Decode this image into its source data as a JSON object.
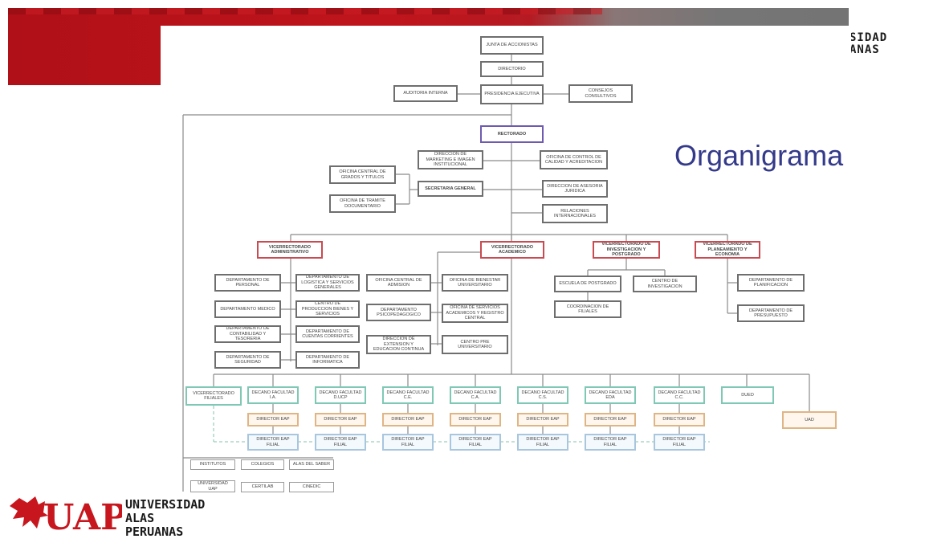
{
  "header": {
    "university_line1": "SIDAD",
    "university_line2": "ANAS"
  },
  "title": "Organigrama",
  "logo": {
    "acronym": "UAP",
    "line1": "UNIVERSIDAD",
    "line2": "ALAS PERUANAS"
  },
  "org": {
    "junta": "JUNTA DE ACCIONISTAS",
    "directorio": "DIRECTORIO",
    "auditoria": "AUDITORIA INTERNA",
    "presidencia": "PRESIDENCIA EJECUTIVA",
    "consejos": "CONSEJOS CONSULTIVOS",
    "rectorado": "RECTORADO",
    "direccion_marketing": "DIRECCION DE MARKETING E IMAGEN INSTITUCIONAL",
    "oficina_control": "OFICINA DE CONTROL DE CALIDAD Y ACREDITACION",
    "oficina_grados": "OFICINA CENTRAL DE GRADOS Y TITULOS",
    "secretaria": "SECRETARIA GENERAL",
    "direccion_asesoria": "DIRECCION DE ASESORIA JURIDICA",
    "oficina_tramite": "OFICINA DE TRAMITE DOCUMENTARIO",
    "relaciones": "RELACIONES INTERNACIONALES",
    "vr_admin": "VICERRECTORADO ADMINISTRATIVO",
    "vr_acad": "VICERRECTORADO ACADEMICO",
    "vr_invest": "VICERRECTORADO DE INVESTIGACION Y POSTGRADO",
    "vr_plan": "VICERRECTORADO DE PLANEAMIENTO Y ECONOMIA",
    "dep_personal": "DEPARTAMENTO DE PERSONAL",
    "dep_logistica": "DEPARTAMENTO DE LOGISTICA Y SERVICIOS GENERALES",
    "dep_medico": "DEPARTAMENTO MEDICO",
    "centro_produccion": "CENTRO DE PRODUCCION BIENES Y SERVICIOS",
    "dep_contabilidad": "DEPARTAMENTO DE CONTABILIDAD Y TESORERIA",
    "dep_cuentas": "DEPARTAMENTO DE CUENTAS CORRIENTES",
    "dep_seguridad": "DEPARTAMENTO DE SEGURIDAD",
    "dep_informatica": "DEPARTAMENTO DE INFORMATICA",
    "oficina_admision": "OFICINA CENTRAL DE ADMISION",
    "oficina_bienestar": "OFICINA DE BIENESTAR UNIVERSITARIO",
    "dep_psico": "DEPARTAMENTO PSICOPEDAGOGICO",
    "oficina_servicios": "OFICINA DE SERVICIOS ACADEMICOS Y REGISTRO CENTRAL",
    "direccion_extension": "DIRECCION DE EXTENSION Y EDUCACION CONTINUA",
    "centro_pre": "CENTRO PRE UNIVERSITARIO",
    "escuela_postgrado": "ESCUELA DE POSTGRADO",
    "centro_investigacion": "CENTRO DE INVESTIGACION",
    "coordinacion_filiales": "COORDINACION DE FILIALES",
    "dep_planificacion": "DEPARTAMENTO DE PLANIFICACION",
    "dep_presupuesto": "DEPARTAMENTO DE PRESUPUESTO",
    "vr_filiales": "VICERRECTORADO FILIALES",
    "decanos": [
      "DECANO FACULTAD I.A.",
      "DECANO FACULTAD D.UCP",
      "DECANO FACULTAD C.E.",
      "DECANO FACULTAD C.A.",
      "DECANO FACULTAD C.S.",
      "DECANO FACULTAD EDA",
      "DECANO FACULTAD C.C."
    ],
    "dued": "DUED",
    "uad": "UAD",
    "director_eap": "DIRECTOR EAP",
    "director_eap_filial": "DIRECTOR EAP FILIAL",
    "institutos": "INSTITUTOS",
    "colegios": "COLEGIOS",
    "alas_del_saber": "ALAS DEL SABER",
    "universidad_uap": "UNIVERSIDAD UAP",
    "certilab": "CERTILAB",
    "cinedic": "CINEDIC"
  }
}
